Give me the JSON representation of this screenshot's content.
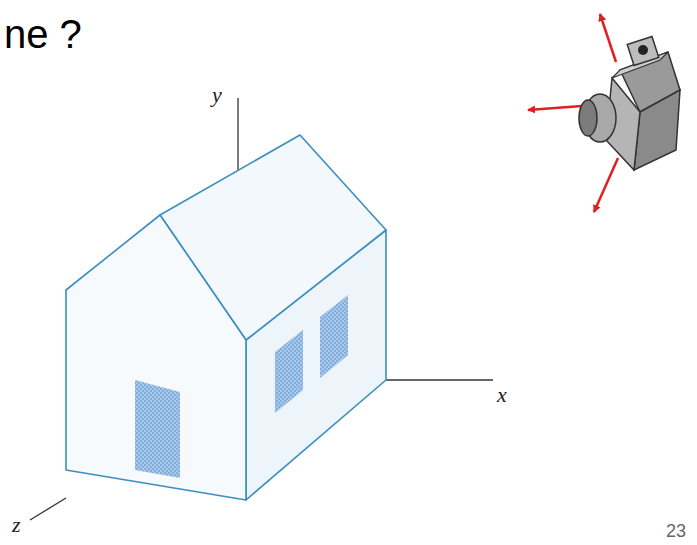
{
  "diagram": {
    "labels": [
      "ne ?",
      "y",
      "x",
      "z",
      "23"
    ]
  }
}
